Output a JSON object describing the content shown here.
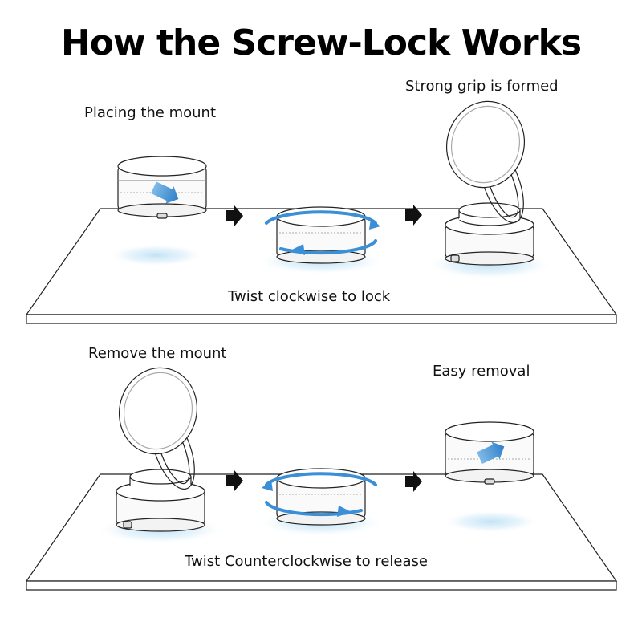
{
  "title": "How the Screw-Lock Works",
  "top_panel": {
    "step1_label": "Placing the mount",
    "step3_label": "Strong grip is formed",
    "caption": "Twist clockwise to lock"
  },
  "bottom_panel": {
    "step1_label": "Remove the mount",
    "step3_label": "Easy removal",
    "caption": "Twist Counterclockwise to release"
  },
  "colors": {
    "accent": "#3a8fd6",
    "glow": "#bfe1f5",
    "outline": "#222222"
  },
  "icons": [
    "arrow-right-icon",
    "rotate-clockwise-icon",
    "rotate-counterclockwise-icon",
    "mount-puck-icon",
    "folding-ring-mount-icon"
  ]
}
